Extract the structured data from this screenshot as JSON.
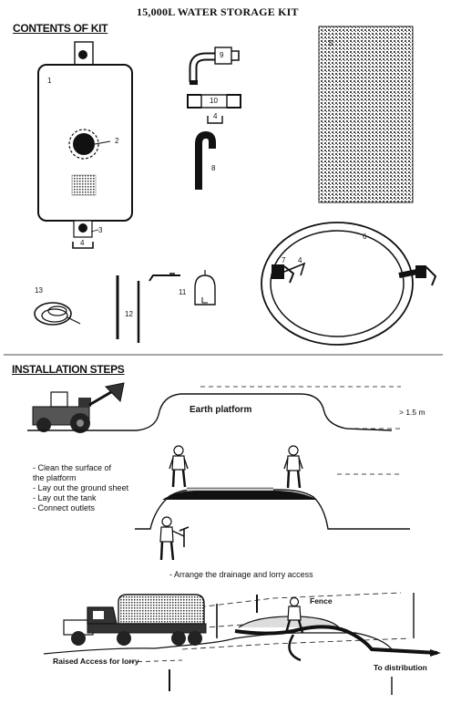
{
  "title": "15,000L WATER STORAGE KIT",
  "sections": {
    "contents": "CONTENTS OF KIT",
    "installation": "INSTALLATION STEPS"
  },
  "part_numbers": [
    "1",
    "2",
    "3",
    "4",
    "4",
    "4",
    "5",
    "6",
    "7",
    "8",
    "9",
    "10",
    "11",
    "12",
    "13"
  ],
  "labels": {
    "earth_platform": "Earth platform",
    "height": "> 1.5 m",
    "steps": [
      "- Clean the surface of",
      "  the platform",
      "- Lay out the ground sheet",
      "- Lay out the tank",
      "- Connect outlets"
    ],
    "drainage": "- Arrange the drainage and lorry access",
    "fence": "Fence",
    "raised_access": "Raised Access for lorry",
    "to_distribution": "To distribution"
  }
}
